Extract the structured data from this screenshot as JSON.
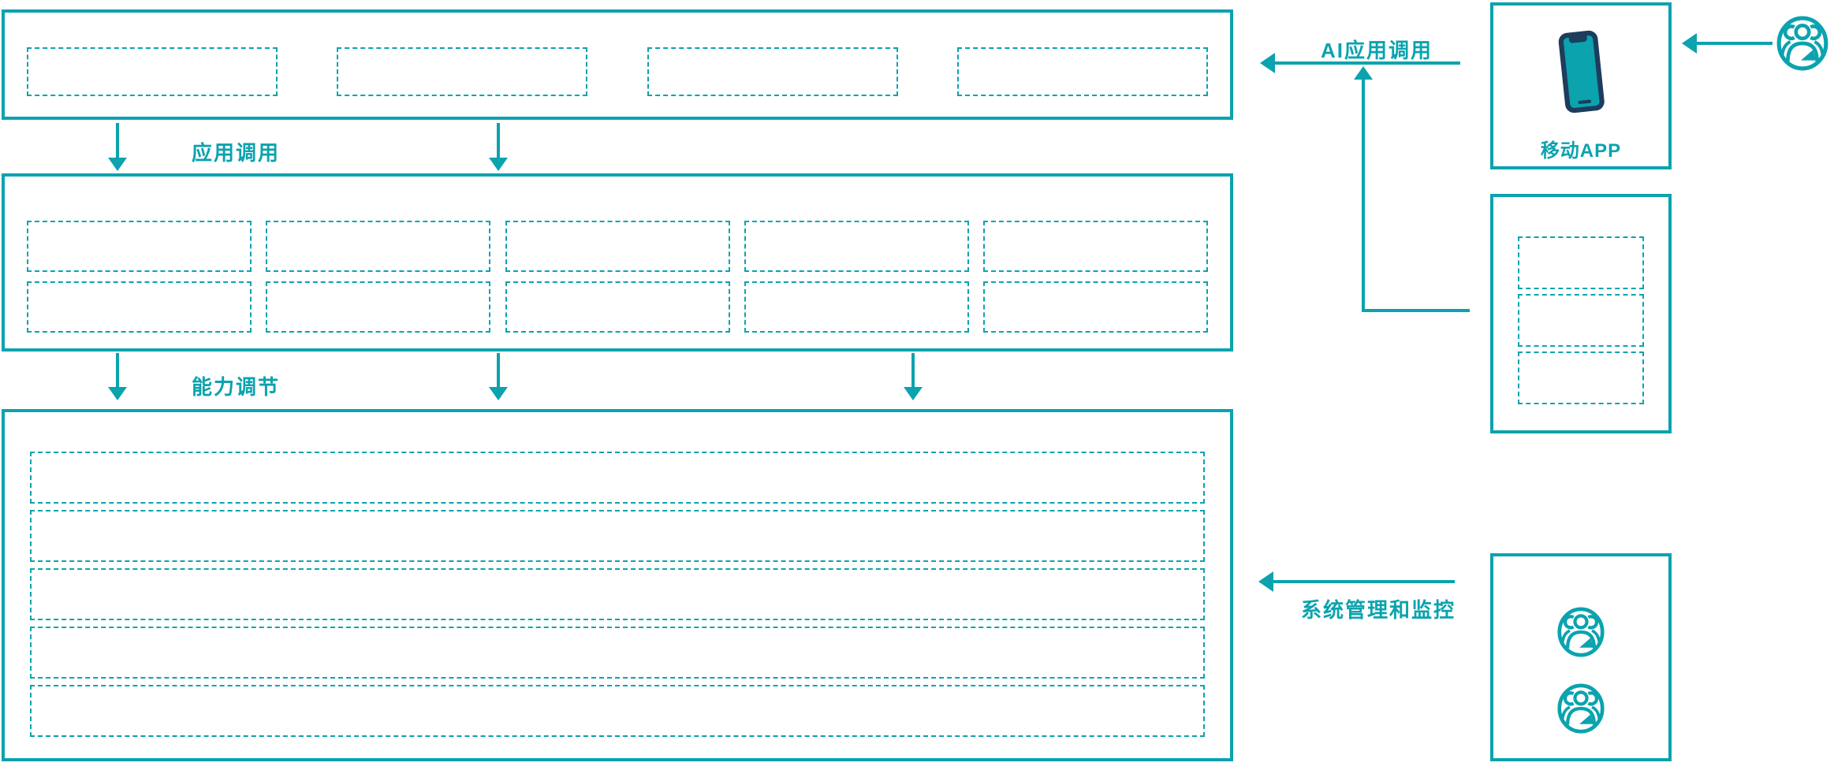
{
  "colors": {
    "accent_teal": "#0aa3ae",
    "phone_navy": "#1e3c5c",
    "background": "#ffffff"
  },
  "labels": {
    "app_call": "应用调用",
    "capability_adjust": "能力调节",
    "ai_app_call": "AI应用调用",
    "mobile_app": "移动APP",
    "system_monitor": "系统管理和监控"
  },
  "structure": {
    "top_layer_placeholders": 4,
    "middle_layer_rows": 2,
    "middle_layer_cols": 5,
    "bottom_layer_rows": 5,
    "right_panel_placeholders": 3,
    "admin_user_icons": 2
  }
}
